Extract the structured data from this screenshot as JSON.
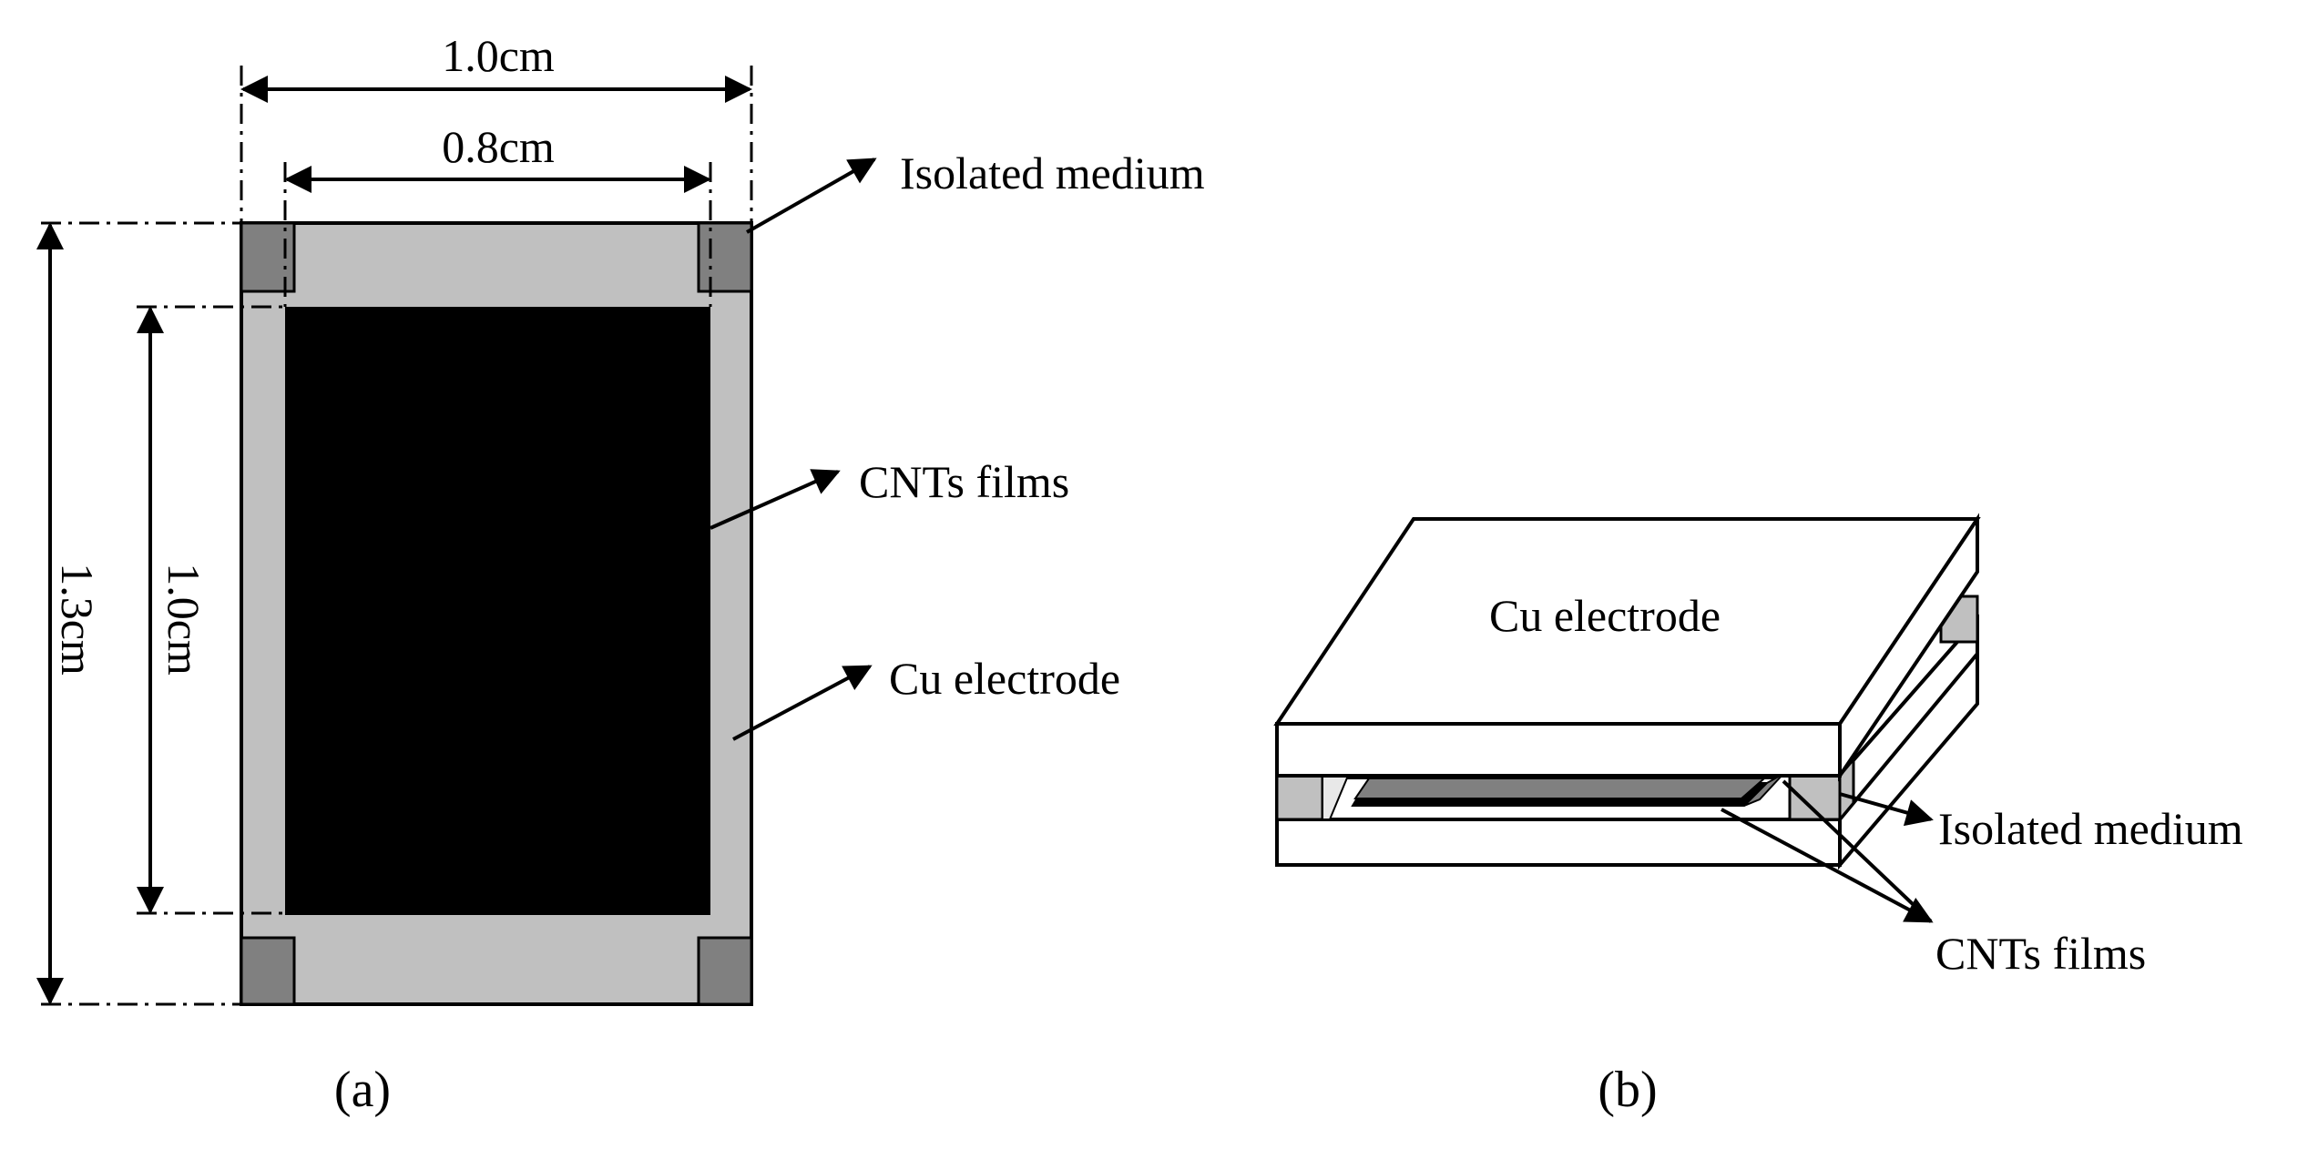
{
  "panel_a": {
    "dimensions": {
      "outer_width": "1.0cm",
      "inner_width": "0.8cm",
      "outer_height": "1.3cm",
      "inner_height": "1.0cm"
    },
    "labels": {
      "isolated_medium": "Isolated medium",
      "cnts_films": "CNTs films",
      "cu_electrode": "Cu electrode"
    },
    "caption": "(a)"
  },
  "panel_b": {
    "labels": {
      "cu_electrode": "Cu electrode",
      "isolated_medium": "Isolated medium",
      "cnts_films": "CNTs films"
    },
    "caption": "(b)"
  },
  "colors": {
    "cu_electrode": "#c0c0c0",
    "isolated_medium": "#808080",
    "cnts_films": "#000000",
    "cnts_films_side": "#808080",
    "outline": "#000000"
  }
}
